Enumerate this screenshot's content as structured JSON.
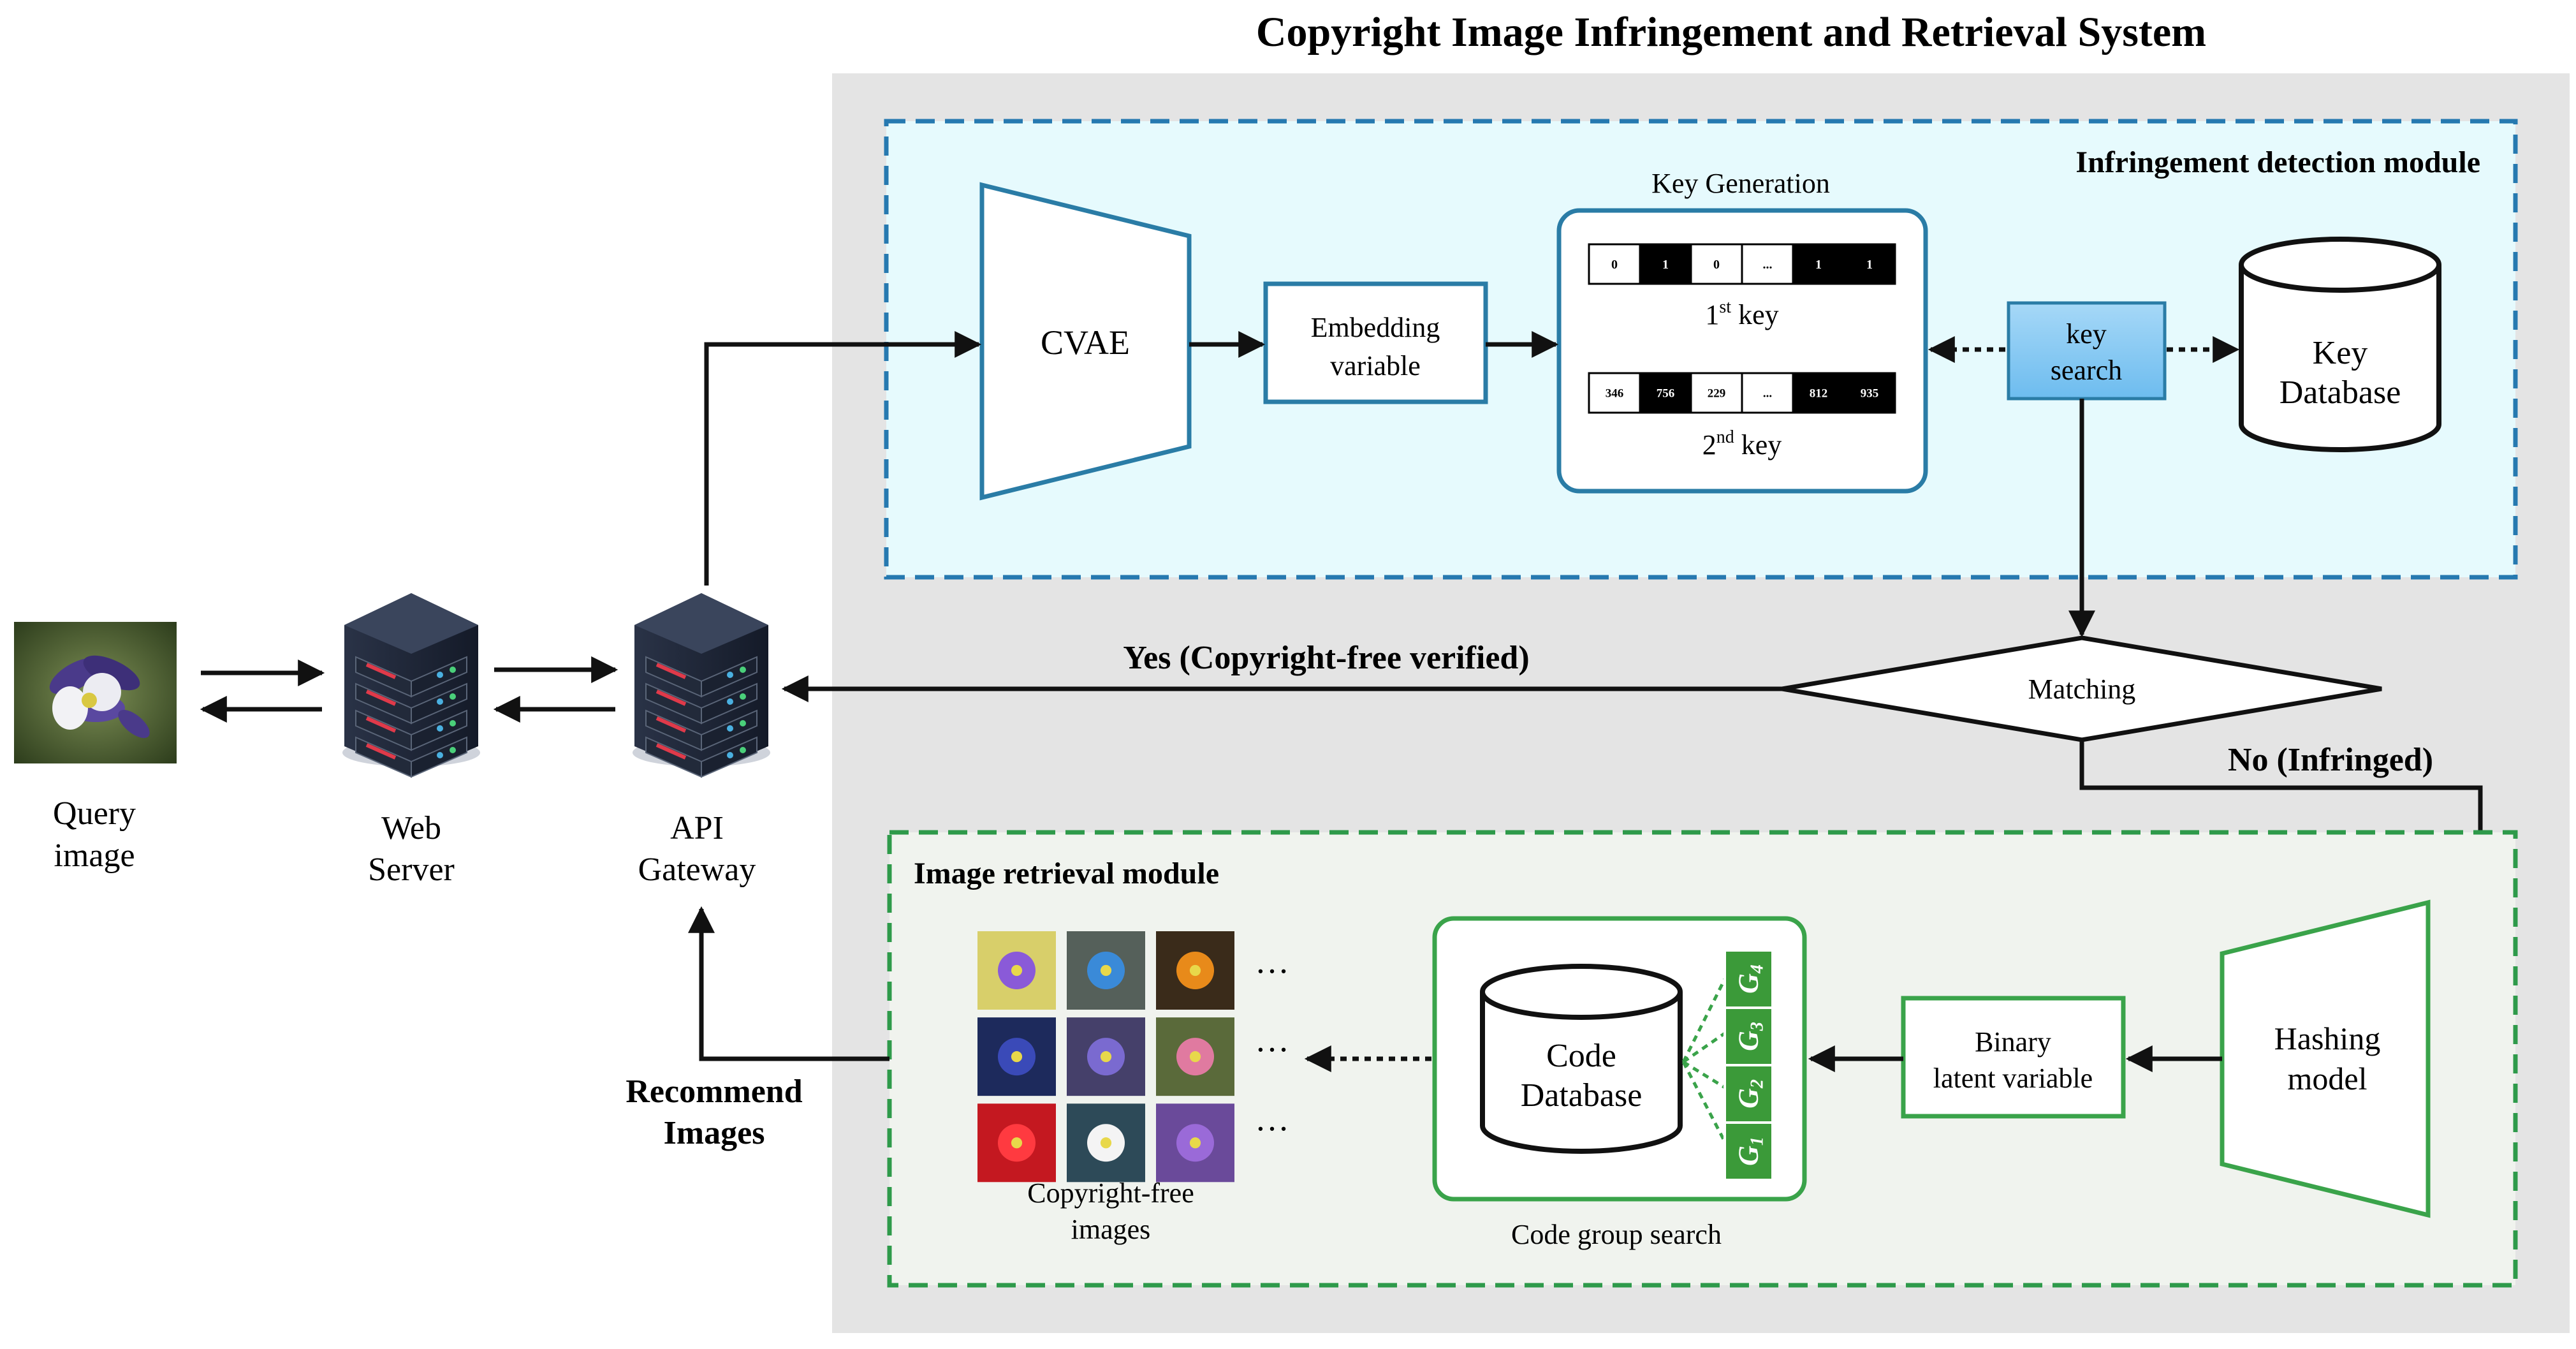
{
  "title": "Copyright Image Infringement and Retrieval System",
  "left": {
    "query_image_line1": "Query",
    "query_image_line2": "image",
    "web_server_line1": "Web",
    "web_server_line2": "Server",
    "api_gateway_line1": "API",
    "api_gateway_line2": "Gateway"
  },
  "infringement_module": {
    "title": "Infringement detection module",
    "cvae": "CVAE",
    "embedding_line1": "Embedding",
    "embedding_line2": "variable",
    "key_generation": "Key Generation",
    "key1_cells": [
      "0",
      "1",
      "0",
      "...",
      "1",
      "1"
    ],
    "key1_label_pre": "1",
    "key1_label_sup": "st",
    "key1_label_post": " key",
    "key2_cells": [
      "346",
      "756",
      "229",
      "...",
      "812",
      "935"
    ],
    "key2_label_pre": "2",
    "key2_label_sup": "nd",
    "key2_label_post": " key",
    "key_search_line1": "key",
    "key_search_line2": "search",
    "key_db_line1": "Key",
    "key_db_line2": "Database"
  },
  "matching": "Matching",
  "yes_label": "Yes (Copyright-free verified)",
  "no_label": "No (Infringed)",
  "retrieval_module": {
    "title": "Image retrieval module",
    "hashing_line1": "Hashing",
    "hashing_line2": "model",
    "binary_line1": "Binary",
    "binary_line2": "latent variable",
    "code_db_line1": "Code",
    "code_db_line2": "Database",
    "groups": [
      "G",
      "G",
      "G",
      "G"
    ],
    "group_subs": [
      "4",
      "3",
      "2",
      "1"
    ],
    "code_group_search": "Code group search",
    "images_line1": "Copyright-free",
    "images_line2": "images",
    "ellipsis": "…"
  },
  "recommend_line1": "Recommend",
  "recommend_line2": "Images"
}
